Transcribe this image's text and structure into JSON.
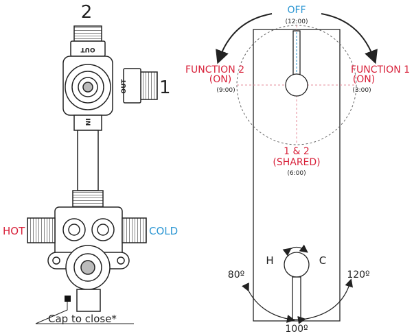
{
  "valve": {
    "port_top": "2",
    "port_right": "1",
    "out_label_top": "OUT",
    "out_label_right": "OUT",
    "in_label": "IN",
    "hot": "HOT",
    "cold": "COLD",
    "cap_note": "Cap to close*"
  },
  "dial": {
    "off": "OFF",
    "off_time": "(12:00)",
    "f2_title": "FUNCTION 2",
    "f2_state": "(ON)",
    "f2_time": "(9:00)",
    "f1_title": "FUNCTION 1",
    "f1_state": "(ON)",
    "f1_time": "(3:00)",
    "shared_title": "1 & 2",
    "shared_state": "(SHARED)",
    "shared_time": "(6:00)"
  },
  "mixer": {
    "hot_letter": "H",
    "cold_letter": "C",
    "angle_left": "80º",
    "angle_right": "120º",
    "angle_bottom": "100º"
  },
  "colors": {
    "function_red": "#d8213a",
    "cold_blue": "#2d97d3",
    "line": "#222222"
  }
}
